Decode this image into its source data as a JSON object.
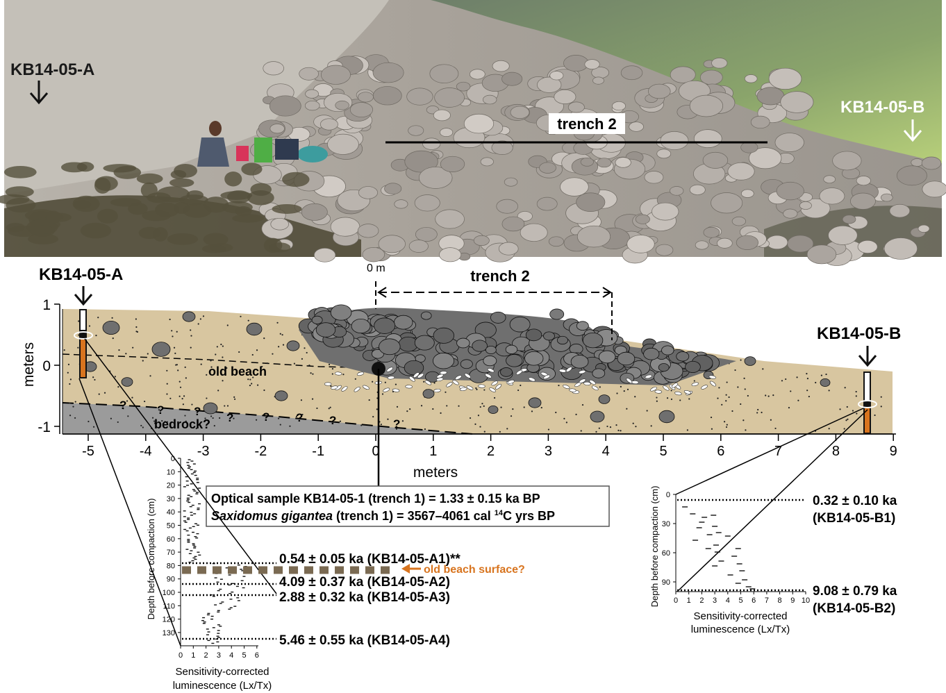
{
  "photo": {
    "label_a": "KB14-05-A",
    "label_b": "KB14-05-B",
    "trench_label": "trench 2"
  },
  "cross_section": {
    "label_a": "KB14-05-A",
    "label_b": "KB14-05-B",
    "trench_label": "trench 2",
    "zero_marker": "0 m",
    "y_axis_label": "meters",
    "y_ticks": [
      "1",
      "0",
      "-1"
    ],
    "x_axis_label": "meters",
    "x_ticks": [
      "-5",
      "-4",
      "-3",
      "-2",
      "-1",
      "0",
      "1",
      "2",
      "3",
      "4",
      "5",
      "6",
      "7",
      "8",
      "9"
    ],
    "old_beach_label": "old beach",
    "bedrock_label": "bedrock?",
    "question_mark": "?"
  },
  "info_box": {
    "line1": "Optical sample KB14-05-1 (trench 1) = 1.33 ± 0.15 ka BP",
    "line2_italic": "Saxidomus gigantea",
    "line2_rest": " (trench 1) = 3567–4061 cal ",
    "line2_sup": "14",
    "line2_end": "C yrs BP"
  },
  "profile_a": {
    "ylabel": "Depth before compaction (cm)",
    "xlabel_line1": "Sensitivity-corrected",
    "xlabel_line2": "luminescence (Lx/Tx)",
    "y_ticks": [
      "0",
      "10",
      "20",
      "30",
      "40",
      "50",
      "60",
      "70",
      "80",
      "90",
      "100",
      "110",
      "120",
      "130"
    ],
    "x_ticks": [
      "0",
      "1",
      "2",
      "3",
      "4",
      "5",
      "6"
    ],
    "ages": [
      "0.54 ± 0.05 ka (KB14-05-A1)**",
      "4.09 ± 0.37 ka (KB14-05-A2)",
      "2.88 ± 0.32 ka (KB14-05-A3)",
      "5.46 ± 0.55 ka (KB14-05-A4)"
    ],
    "old_surface_label": "old beach surface?",
    "old_surface_color": "#d9741f"
  },
  "profile_b": {
    "ylabel": "Depth before compaction (cm)",
    "xlabel_line1": "Sensitivity-corrected",
    "xlabel_line2": "luminescence (Lx/Tx)",
    "y_ticks": [
      "0",
      "30",
      "60",
      "90"
    ],
    "x_ticks": [
      "0",
      "1",
      "2",
      "3",
      "4",
      "5",
      "6",
      "7",
      "8",
      "9",
      "10"
    ],
    "age1": "0.32 ± 0.10 ka",
    "age1_id": "(KB14-05-B1)",
    "age2": "9.08 ± 0.79 ka",
    "age2_id": "(KB14-05-B2)"
  },
  "colors": {
    "sand": "#d8c6a0",
    "cobble": "#6f6f6f",
    "bedrock": "#9b9b9b",
    "core_orange": "#d8741e",
    "sky_water": "#6f8e6c"
  }
}
